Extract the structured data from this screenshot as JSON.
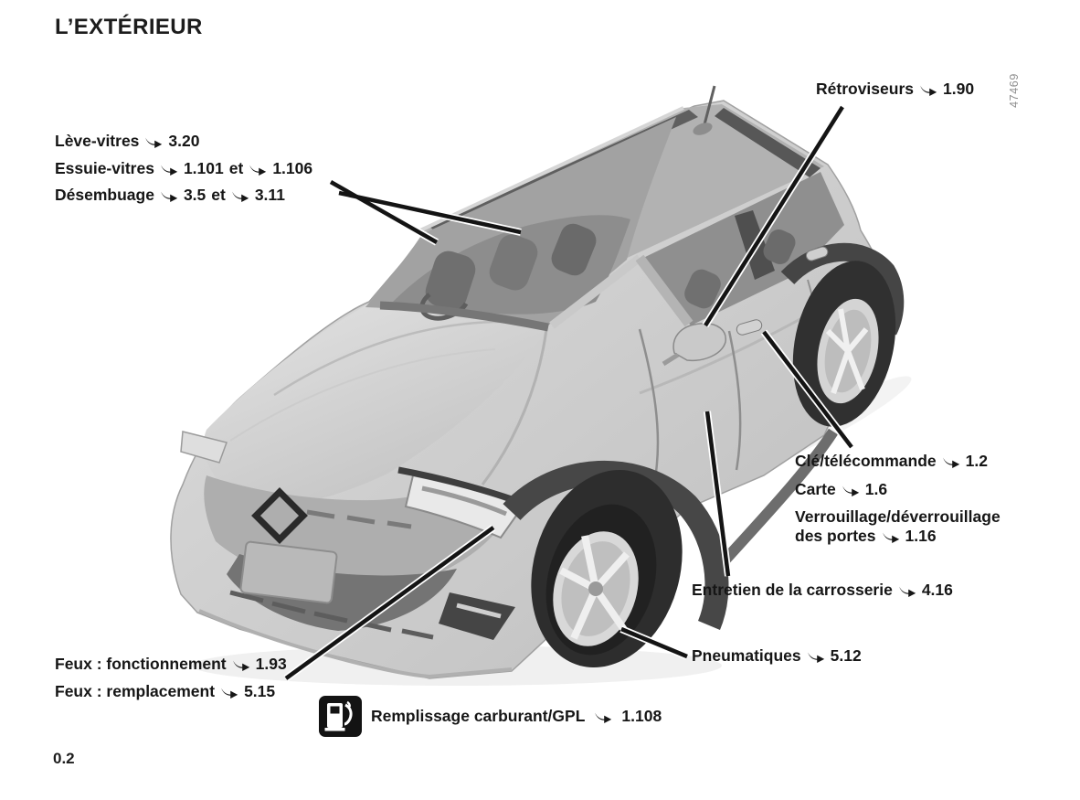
{
  "page": {
    "title": "L’EXTÉRIEUR",
    "page_number": "0.2",
    "figure_code": "47469"
  },
  "labels": {
    "retroviseurs": {
      "text": "Rétroviseurs",
      "ref": "1.90"
    },
    "leve_vitres": {
      "text": "Lève-vitres",
      "ref": "3.20"
    },
    "essuie_vitres": {
      "text": "Essuie-vitres",
      "ref1": "1.101",
      "joiner": "et",
      "ref2": "1.106"
    },
    "desembuage": {
      "text": "Désembuage",
      "ref1": "3.5",
      "joiner": "et",
      "ref2": "3.11"
    },
    "cle_telecommande": {
      "text": "Clé/télécommande",
      "ref": "1.2"
    },
    "carte": {
      "text": "Carte",
      "ref": "1.6"
    },
    "verrouillage": {
      "line1": "Verrouillage/déverrouillage",
      "line2": "des portes",
      "ref": "1.16"
    },
    "entretien_carrosserie": {
      "text": "Entretien de la carrosserie",
      "ref": "4.16"
    },
    "pneumatiques": {
      "text": "Pneumatiques",
      "ref": "5.12"
    },
    "feux_fonctionnement": {
      "text": "Feux : fonctionnement",
      "ref": "1.93"
    },
    "feux_remplacement": {
      "text": "Feux : remplacement",
      "ref": "5.15"
    },
    "remplissage_carburant": {
      "text": "Remplissage carburant/GPL",
      "ref": "1.108"
    }
  },
  "icons": {
    "fuel_pump": "fuel-pump-icon",
    "reference_arrow": "reference-arrow-icon"
  },
  "illustration": {
    "description": "Renault Captur SUV shown in three-quarter front-left view with black callout lines",
    "colors": {
      "body": "#c9c9c9",
      "roof": "#b2b2b2",
      "glass": "#979797",
      "tire": "#2d2d2d",
      "callout_line": "#141414",
      "text": "#161616",
      "figure_code": "#8f8f8f"
    }
  }
}
